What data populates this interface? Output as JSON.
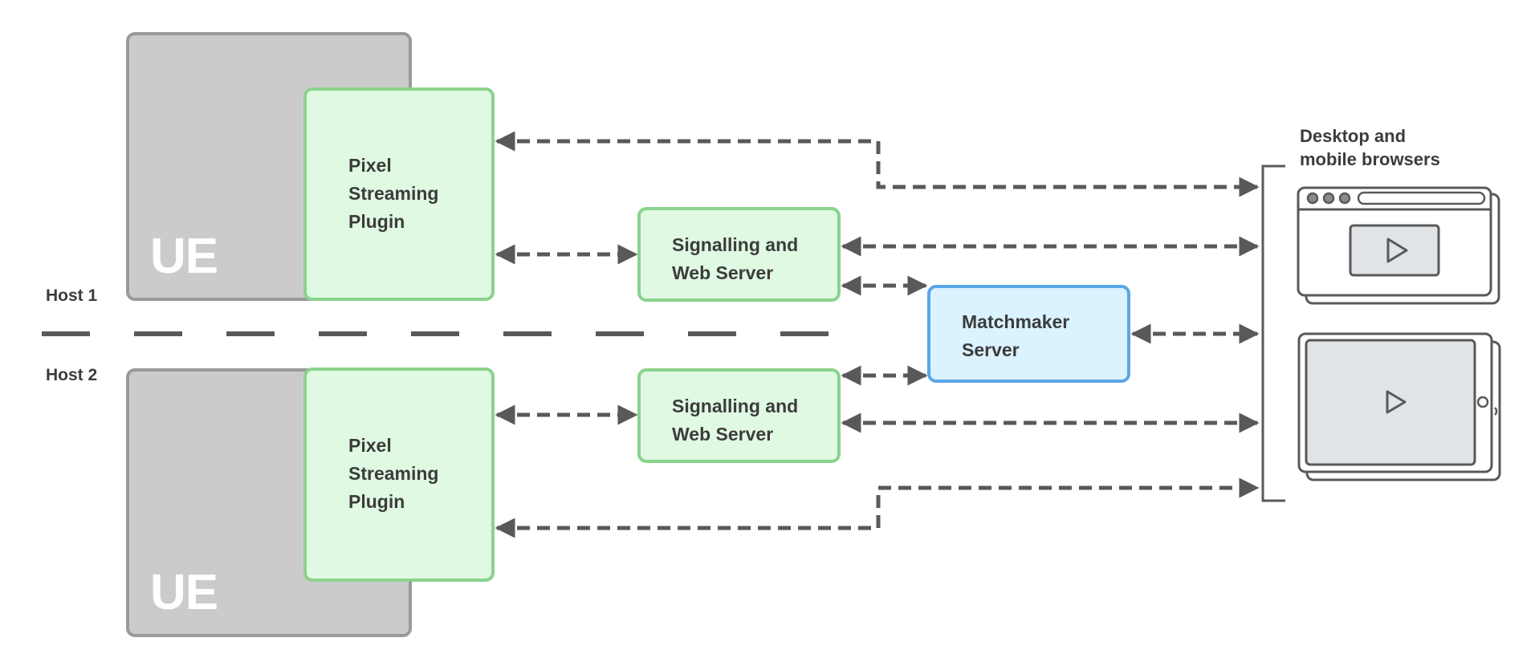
{
  "host1": {
    "label": "Host 1",
    "ue_label": "UE",
    "plugin_lines": [
      "Pixel",
      "Streaming",
      "Plugin"
    ],
    "server_lines": [
      "Signalling and",
      "Web Server"
    ]
  },
  "host2": {
    "label": "Host 2",
    "ue_label": "UE",
    "plugin_lines": [
      "Pixel",
      "Streaming",
      "Plugin"
    ],
    "server_lines": [
      "Signalling and",
      "Web Server"
    ]
  },
  "matchmaker": {
    "lines": [
      "Matchmaker",
      "Server"
    ]
  },
  "devices": {
    "lines": [
      "Desktop and",
      "mobile browsers"
    ]
  },
  "colors": {
    "ue_fill": "#cbcbcb",
    "ue_stroke": "#9a9a9a",
    "green_fill": "#e0f9e2",
    "green_stroke": "#8ad38d",
    "blue_fill": "#dbf2ff",
    "blue_stroke": "#5aa6e6",
    "arrow": "#595959",
    "text": "#3c3c3c"
  }
}
